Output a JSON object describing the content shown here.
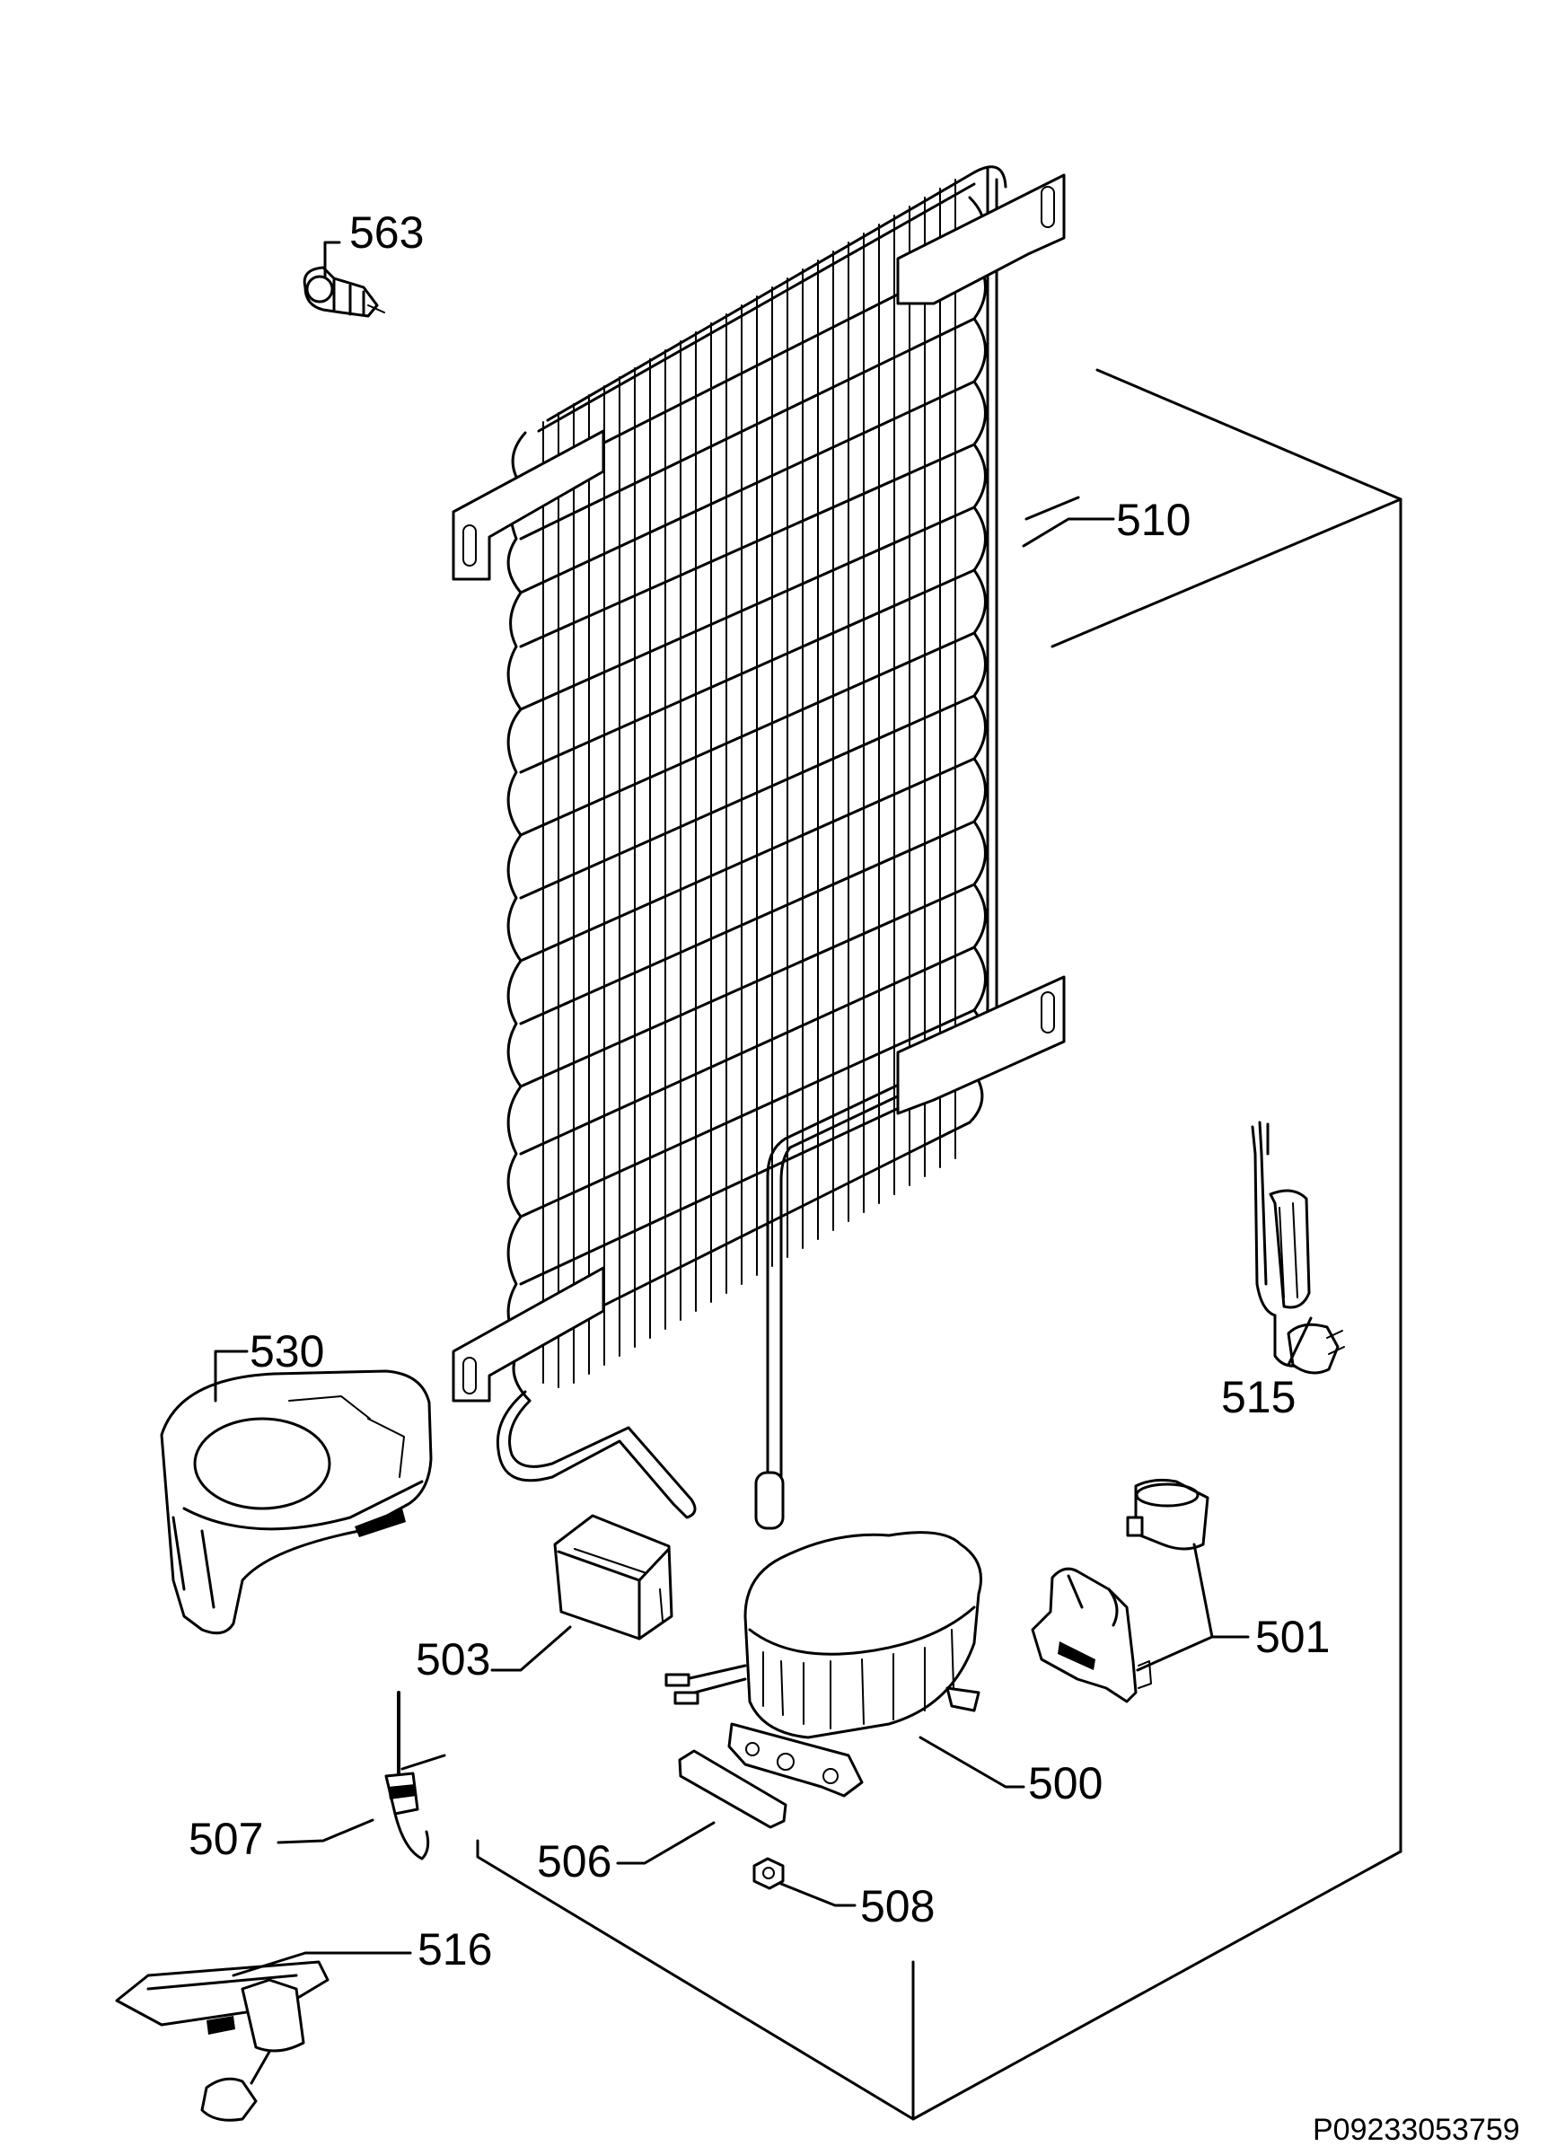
{
  "diagram": {
    "drawing_code": "P09233053759",
    "callouts": [
      {
        "id": "563",
        "text": "563"
      },
      {
        "id": "510",
        "text": "510"
      },
      {
        "id": "530",
        "text": "530"
      },
      {
        "id": "515",
        "text": "515"
      },
      {
        "id": "501",
        "text": "501"
      },
      {
        "id": "503",
        "text": "503"
      },
      {
        "id": "500",
        "text": "500"
      },
      {
        "id": "507",
        "text": "507"
      },
      {
        "id": "506",
        "text": "506"
      },
      {
        "id": "508",
        "text": "508"
      },
      {
        "id": "516",
        "text": "516"
      }
    ]
  }
}
